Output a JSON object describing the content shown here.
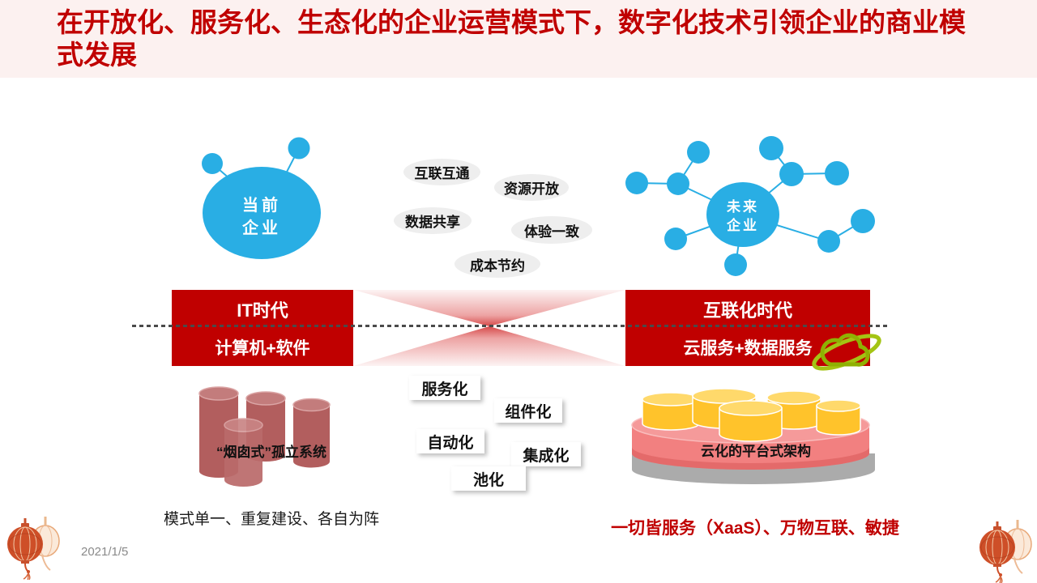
{
  "header": {
    "title": "在开放化、服务化、生态化的企业运营模式下，数字化技术引领企业的商业模式发展"
  },
  "current_enterprise": {
    "line1": "当前",
    "line2": "企业"
  },
  "future_enterprise": {
    "line1": "未来",
    "line2": "企业"
  },
  "benefit_bubbles": [
    "互联互通",
    "资源开放",
    "数据共享",
    "体验一致",
    "成本节约"
  ],
  "it_era": {
    "title": "IT时代",
    "subtitle": "计算机+软件"
  },
  "internet_era": {
    "title": "互联化时代",
    "subtitle": "云服务+数据服务"
  },
  "transform_labels": [
    "服务化",
    "组件化",
    "自动化",
    "集成化",
    "池化"
  ],
  "legacy": {
    "label": "“烟囱式”孤立系统",
    "caption": "模式单一、重复建设、各自为阵"
  },
  "platform": {
    "label": "云化的平台式架构",
    "caption": "一切皆服务（XaaS）、万物互联、敏捷"
  },
  "footer": {
    "date": "2021/1/5"
  },
  "icons": {
    "cloud": "cloud-orbit-icon",
    "lantern": "lantern-icon"
  },
  "colors": {
    "accent_red": "#c00000",
    "node_blue": "#29aee4",
    "bubble_gray": "#eeeeee",
    "cylinder_maroon": "#b25e5e",
    "platform_pink": "#f28080",
    "platform_gold": "#ffc32b",
    "platform_gray": "#ababab",
    "header_pink": "#fcf1f0"
  }
}
